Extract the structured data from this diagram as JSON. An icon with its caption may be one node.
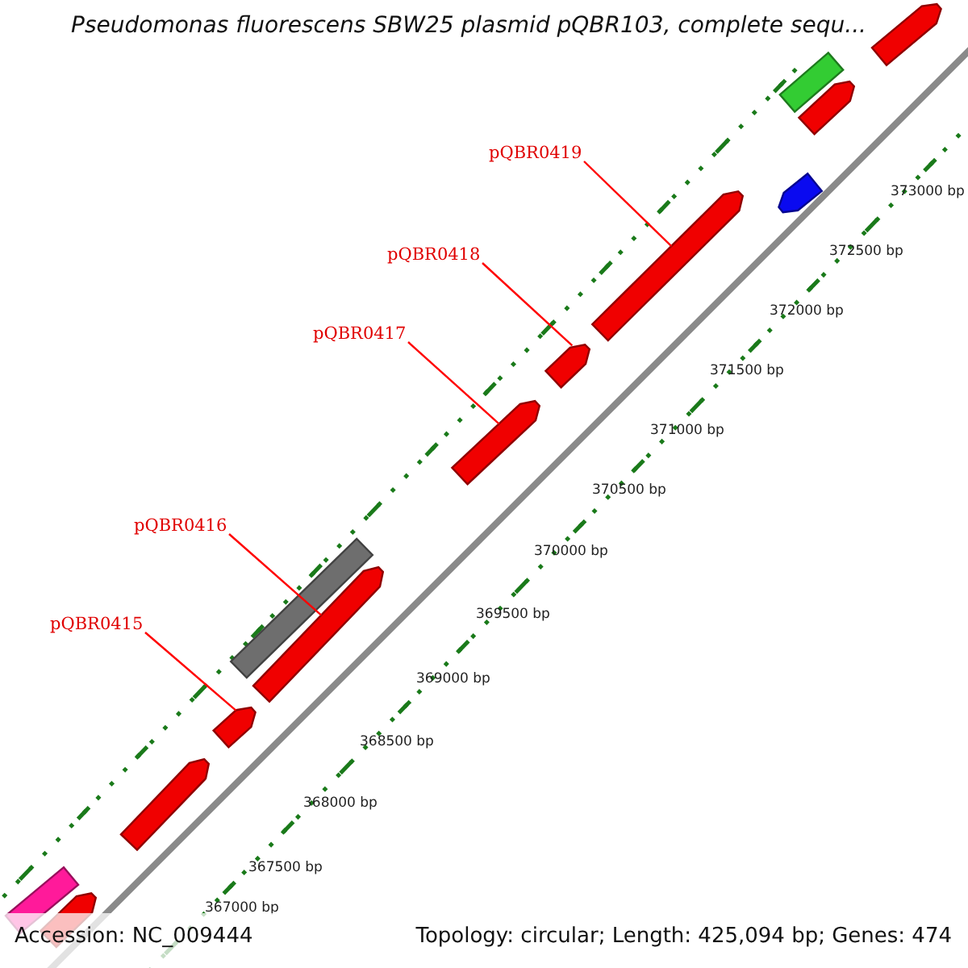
{
  "diagram": {
    "title": "Pseudomonas fluorescens SBW25 plasmid pQBR103, complete sequ...",
    "nodes": [
      {
        "text": [
          "pQBR0419"
        ]
      },
      {
        "text": [
          "pQBR0418"
        ]
      },
      {
        "text": [
          "pQBR0417"
        ]
      },
      {
        "text": [
          "pQBR0416"
        ]
      },
      {
        "text": [
          "pQBR0415"
        ]
      },
      {
        "text": [],
        "shape": "bar"
      },
      {
        "text": [],
        "shape": "bar"
      },
      {
        "text": [],
        "shape": "bar"
      },
      {
        "text": [],
        "shape": "bar"
      },
      {
        "text": [],
        "shape": "bar"
      },
      {
        "text": [],
        "shape": "bar"
      },
      {
        "text": [],
        "shape": "bar"
      },
      {
        "text": [],
        "shape": "bar"
      },
      {
        "text": [],
        "shape": "bar"
      },
      {
        "text": [],
        "shape": "bar"
      },
      {
        "text": [],
        "shape": "bar"
      },
      {
        "text": [],
        "shape": "bar"
      },
      {
        "text": [],
        "shape": "bar"
      }
    ],
    "edges": [
      {
        "from": 0,
        "to": 9,
        "arrow": "none"
      },
      {
        "from": 1,
        "to": 10,
        "arrow": "none"
      },
      {
        "from": 2,
        "to": 11,
        "arrow": "none"
      },
      {
        "from": 3,
        "to": 13,
        "arrow": "none"
      },
      {
        "from": 4,
        "to": 14,
        "arrow": "none"
      }
    ],
    "labels": [
      "373000 bp",
      "372500 bp",
      "372000 bp",
      "371500 bp",
      "371000 bp",
      "370500 bp",
      "370000 bp",
      "369500 bp",
      "369000 bp",
      "368500 bp",
      "368000 bp",
      "367500 bp",
      "367000 bp",
      "Accession: NC_009444",
      "Topology: circular; Length: 425,094 bp; Genes: 474"
    ]
  }
}
